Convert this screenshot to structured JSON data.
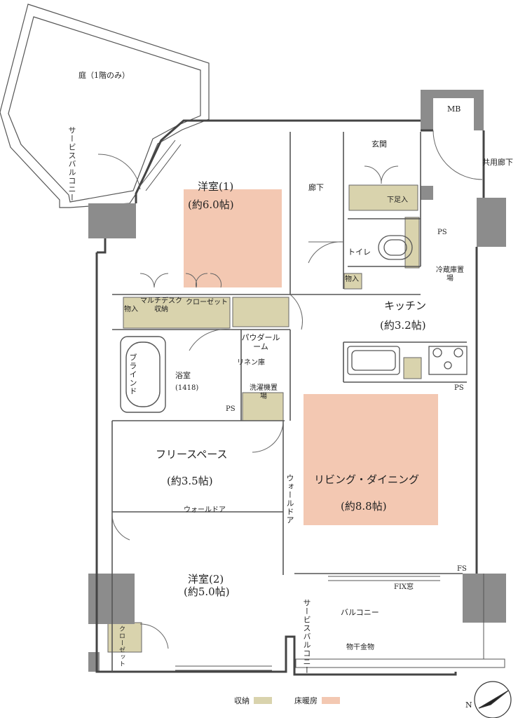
{
  "colors": {
    "storage": "#d9d3ad",
    "heated_floor": "#f3c8b2",
    "wall": "#8c8c8c",
    "line": "#555555"
  },
  "rooms": {
    "garden": "庭（1階のみ）",
    "service_balcony_left": "サービスバルコニー",
    "western1_name": "洋室(1)",
    "western1_size": "(約6.0帖)",
    "hallway": "廊下",
    "entrance": "玄関",
    "shoe_closet": "下足入",
    "shared_corridor": "共用廊下",
    "mb": "MB",
    "toilet": "トイレ",
    "storage_small": "物入",
    "fridge": "冷蔵庫置場",
    "kitchen_name": "キッチン",
    "kitchen_size": "(約3.2帖)",
    "storage": "物入",
    "multi_desk": "マルチデスク収納",
    "closet": "クローゼット",
    "powder_room": "パウダールーム",
    "linen": "リネン庫",
    "washer": "洗濯機置場",
    "blind": "ブラインド",
    "bath_name": "浴室",
    "bath_size": "(1418)",
    "ps1": "PS",
    "ps2": "PS",
    "ps3": "PS",
    "free_space_name": "フリースペース",
    "free_space_size": "(約3.5帖)",
    "living_name": "リビング・ダイニング",
    "living_size": "(約8.8帖)",
    "wall_door_h": "ウォールドア",
    "wall_door_v": "ウォールドア",
    "western2_name": "洋室(2)",
    "western2_size": "(約5.0帖)",
    "closet2": "クローゼット",
    "service_balcony_bottom": "サービスバルコニー",
    "balcony": "バルコニー",
    "fs": "FS",
    "fix_window": "FIX窓",
    "drying_rack": "物干金物"
  },
  "legend": {
    "storage": "収納",
    "heated_floor": "床暖房"
  },
  "compass": "N"
}
